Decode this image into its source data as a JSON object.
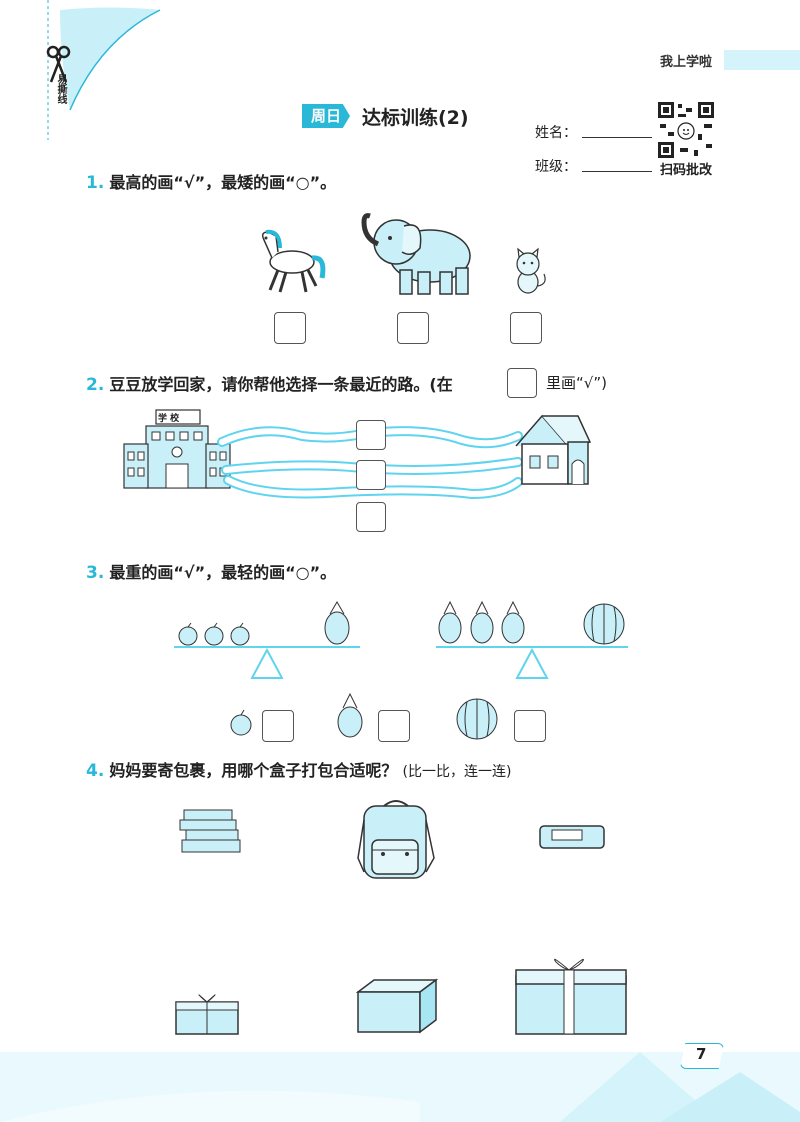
{
  "header": {
    "logo_text": "易撕线",
    "top_right": "我上学啦",
    "day_badge": "周日",
    "title": "达标训练(2)",
    "name_label": "姓名：",
    "class_label": "班级：",
    "qr_caption": "扫码批改"
  },
  "questions": [
    {
      "num": "1.",
      "text": "最高的画“√”，最矮的画“○”。"
    },
    {
      "num": "2.",
      "text": "豆豆放学回家，请你帮他选择一条最近的路。(在",
      "text_after": "里画“√”)"
    },
    {
      "num": "3.",
      "text": "最重的画“√”，最轻的画“○”。"
    },
    {
      "num": "4.",
      "text": "妈妈要寄包裹，用哪个盒子打包合适呢？",
      "hint": "(比一比，连一连)"
    }
  ],
  "school_sign": "学 校",
  "page_number": "7",
  "colors": {
    "accent": "#29b8d8",
    "light": "#c9f0f8",
    "road": "#5fd4ef"
  }
}
